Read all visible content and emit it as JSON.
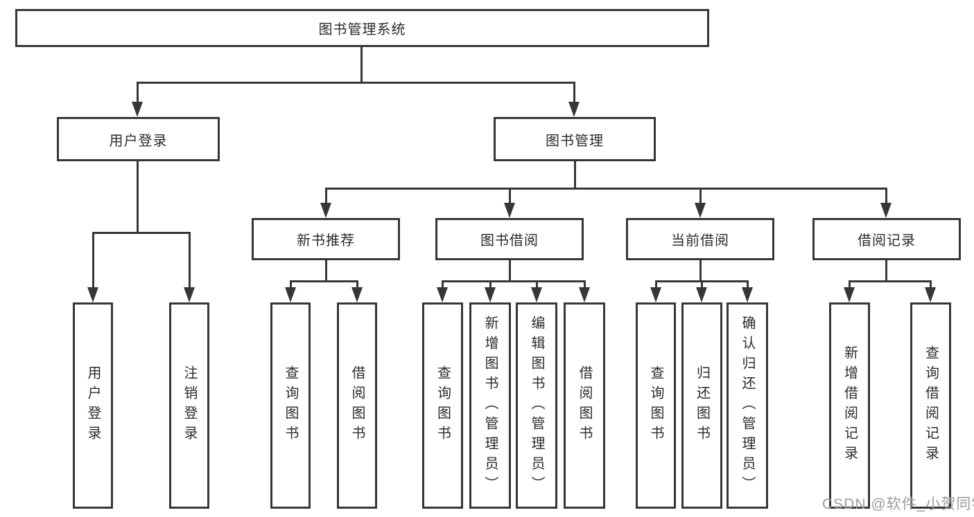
{
  "diagram": {
    "title": "图书管理系统",
    "tree": {
      "label": "图书管理系统",
      "children": [
        {
          "label": "用户登录",
          "children": [
            {
              "label": "用户登录"
            },
            {
              "label": "注销登录"
            }
          ]
        },
        {
          "label": "图书管理",
          "children": [
            {
              "label": "新书推荐",
              "children": [
                {
                  "label": "查询图书"
                },
                {
                  "label": "借阅图书"
                }
              ]
            },
            {
              "label": "图书借阅",
              "children": [
                {
                  "label": "查询图书"
                },
                {
                  "label": "新增图书（管理员）"
                },
                {
                  "label": "编辑图书（管理员）"
                },
                {
                  "label": "借阅图书"
                }
              ]
            },
            {
              "label": "当前借阅",
              "children": [
                {
                  "label": "查询图书"
                },
                {
                  "label": "归还图书"
                },
                {
                  "label": "确认归还（管理员）"
                }
              ]
            },
            {
              "label": "借阅记录",
              "children": [
                {
                  "label": "新增借阅记录"
                },
                {
                  "label": "查询借阅记录"
                }
              ]
            }
          ]
        }
      ]
    },
    "watermark": "CSDN @软件_小贺同学",
    "colors": {
      "line": "#363636",
      "box_border": "#363636",
      "text": "#2b2b2b",
      "background": "#ffffff",
      "watermark": "#9c9c9c"
    }
  }
}
